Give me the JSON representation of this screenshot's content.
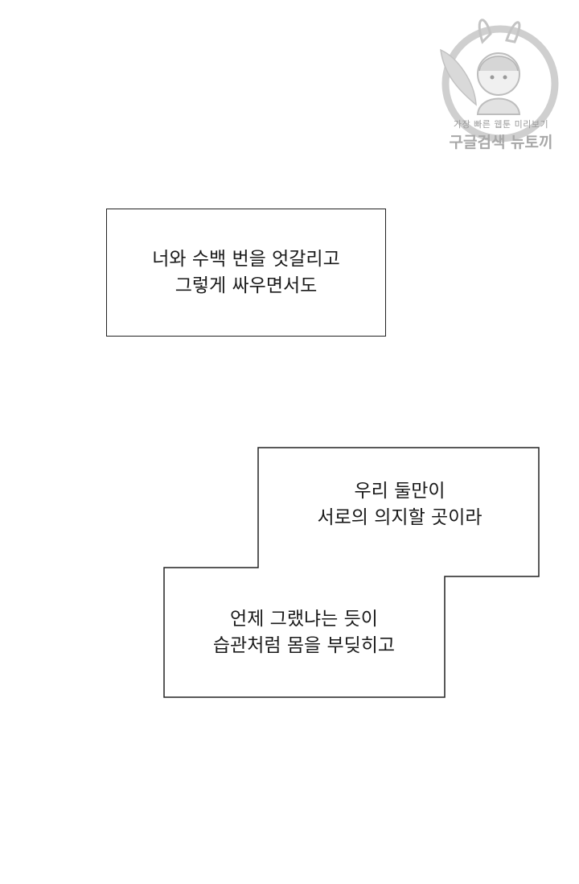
{
  "watermark": {
    "line1": "가장 빠른 웹툰 미리보기",
    "line2": "구글검색 뉴토끼"
  },
  "narration_1": {
    "lines": [
      "너와 수백 번을 엇갈리고",
      "그렇게 싸우면서도"
    ]
  },
  "narration_2": {
    "upper_lines": [
      "우리 둘만이",
      "서로의 의지할 곳이라"
    ],
    "lower_lines": [
      "언제 그랬냐는 듯이",
      "습관처럼 몸을 부딪히고"
    ]
  }
}
